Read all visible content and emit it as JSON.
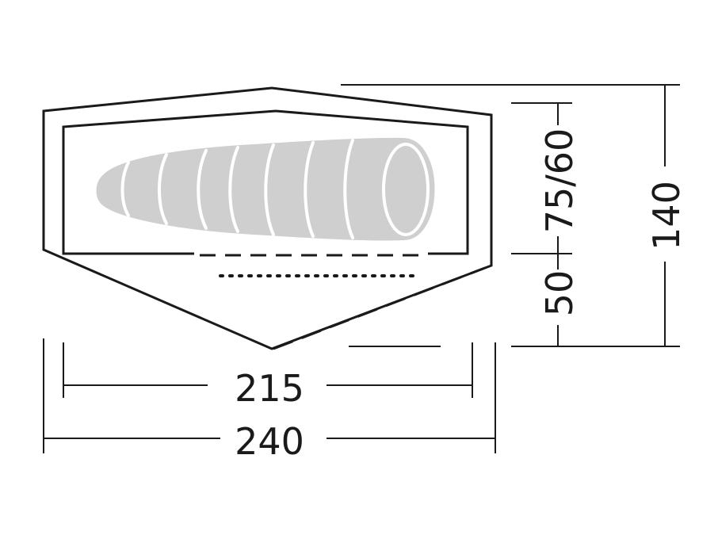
{
  "diagram": {
    "subject": "tent floor plan",
    "colors": {
      "line": "#1a1a1a",
      "sleeping_bag": "#cfcfcf",
      "background": "#ffffff"
    },
    "dimensions": {
      "outer_length": "240",
      "inner_length": "215",
      "total_width": "140",
      "inner_width": "75/60",
      "vestibule_depth": "50"
    }
  }
}
